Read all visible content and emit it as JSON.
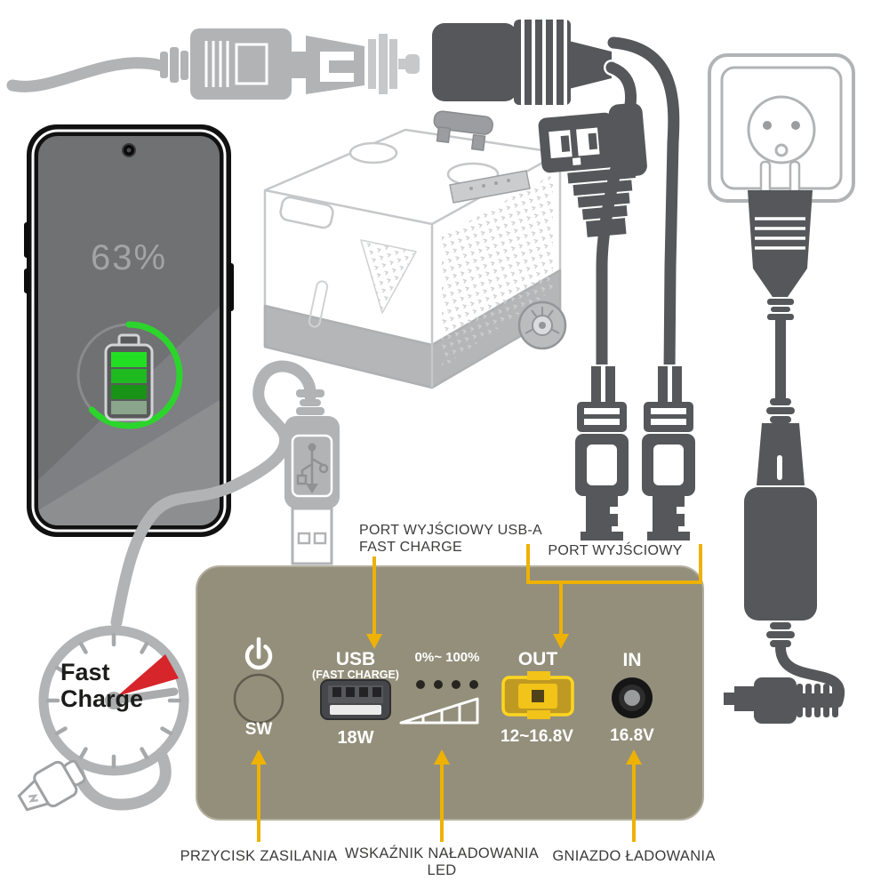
{
  "colors": {
    "accent_yellow": "#eeb203",
    "panel_olive": "#938f7b",
    "connector_dark": "#56575a",
    "connector_light": "#b1b3b5",
    "battery_green": "#2cd52c",
    "needle_red": "#d6252b",
    "label_text": "#3c3c3b",
    "panel_text": "#ffffff",
    "out_port_yellow": "#ffd61f"
  },
  "phone": {
    "battery_percent": "63%"
  },
  "gauge": {
    "line1": "Fast",
    "line2": "Charge"
  },
  "panel": {
    "power": {
      "label": "SW"
    },
    "usb": {
      "label": "USB",
      "sublabel": "(FAST CHARGE)",
      "wattage": "18W"
    },
    "led": {
      "range": "0%~ 100%"
    },
    "out": {
      "label": "OUT",
      "voltage": "12~16.8V"
    },
    "in": {
      "label": "IN",
      "voltage": "16.8V"
    }
  },
  "annotations": {
    "usb_port": {
      "line1": "PORT WYJŚCIOWY USB-A",
      "line2": "FAST CHARGE"
    },
    "out_port": {
      "label": "PORT WYJŚCIOWY"
    },
    "power_button": {
      "label": "PRZYCISK ZASILANIA"
    },
    "led_indicator": {
      "line1": "WSKAŹNIK NAŁADOWANIA",
      "line2": "LED"
    },
    "charging_socket": {
      "label": "GNIAZDO ŁADOWANIA"
    }
  },
  "icons": {
    "power-icon": "⏻",
    "usb-trident-icon": "USB trident",
    "fast-charge-gauge-icon": "speedometer with red needle",
    "led-ramp-icon": "ascending level ramp"
  }
}
